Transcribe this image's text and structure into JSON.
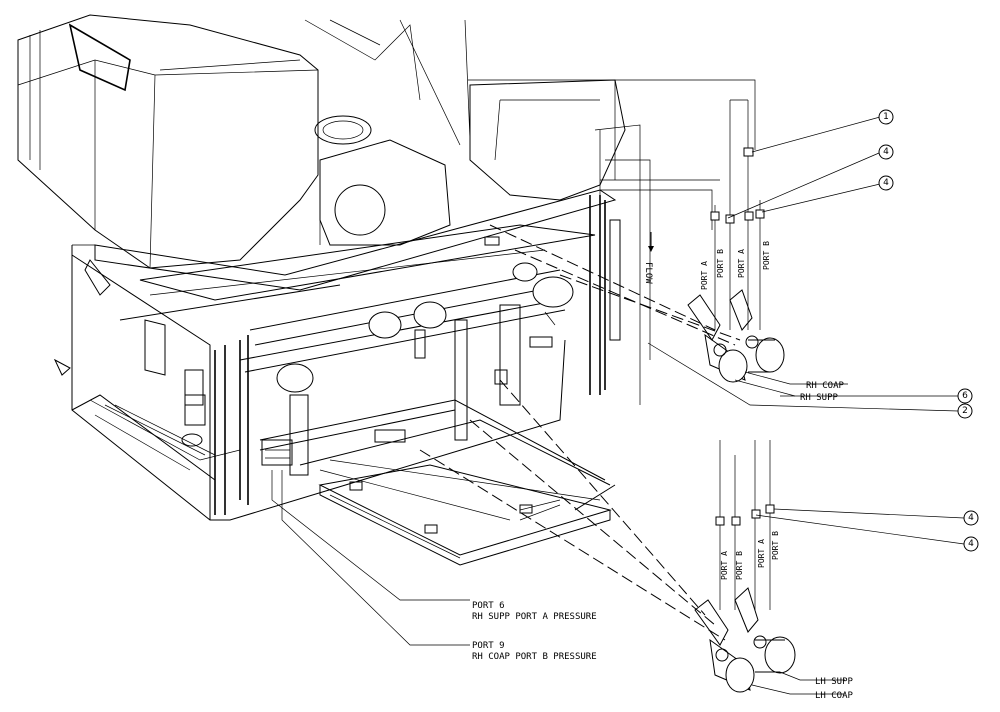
{
  "flow_label": "FLOW",
  "callouts": {
    "c1": "1",
    "c4a": "4",
    "c4b": "4",
    "c6": "6",
    "c2": "2",
    "c4c": "4",
    "c4d": "4"
  },
  "upper_ports": {
    "p1": "PORT A",
    "p2": "PORT B",
    "p3": "PORT A",
    "p4": "PORT B"
  },
  "lower_ports": {
    "p1": "PORT A",
    "p2": "PORT B",
    "p3": "PORT A",
    "p4": "PORT B"
  },
  "cylinder_labels": {
    "rh_coap": "RH COAP",
    "rh_supp": "RH SUPP",
    "lh_supp": "LH SUPP",
    "lh_coap": "LH COAP"
  },
  "notes": {
    "port6_title": "PORT 6",
    "port6_desc": "RH SUPP PORT A PRESSURE",
    "port9_title": "PORT 9",
    "port9_desc": "RH COAP PORT B PRESSURE"
  }
}
